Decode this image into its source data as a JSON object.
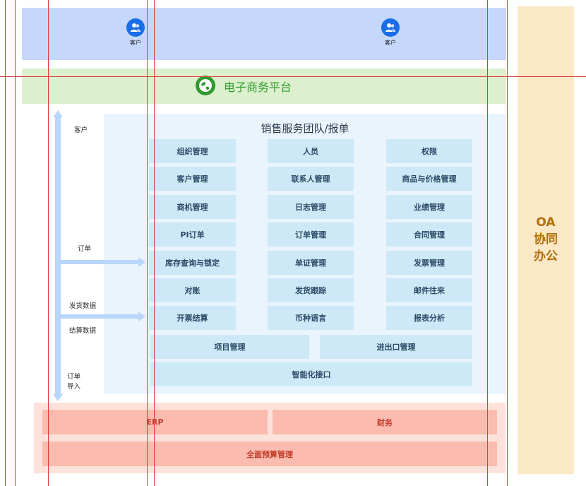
{
  "top": {
    "customers": [
      "客户",
      "客户"
    ]
  },
  "ecommerce": {
    "title": "电子商务平台"
  },
  "oa": {
    "lines": [
      "OA",
      "协同",
      "办公"
    ]
  },
  "sales": {
    "title": "销售服务团队/报单",
    "grid": [
      [
        "组织管理",
        "人员",
        "权限"
      ],
      [
        "客户管理",
        "联系人管理",
        "商品与价格管理"
      ],
      [
        "商机管理",
        "日志管理",
        "业绩管理"
      ],
      [
        "PI订单",
        "订单管理",
        "合同管理"
      ],
      [
        "库存查询与锁定",
        "单证管理",
        "发票管理"
      ],
      [
        "对账",
        "发货跟踪",
        "邮件往来"
      ],
      [
        "开票结算",
        "币种语言",
        "报表分析"
      ]
    ],
    "wide": [
      "项目管理",
      "进出口管理"
    ],
    "full": "智能化接口"
  },
  "flow_labels": {
    "customer": "客户",
    "order": "订单",
    "ship_data": "发货数据",
    "settle_data": "结算数据",
    "order_import_1": "订单",
    "order_import_2": "导入"
  },
  "erp": {
    "erp": "ERP",
    "finance": "财务",
    "budget": "全面预算管理"
  },
  "colors": {
    "top_band": "#c5d8fb",
    "ecommerce_band": "#dcf0cd",
    "ecommerce_text": "#2f9a2f",
    "oa_panel": "#fbe8c6",
    "oa_text": "#b16f0d",
    "module_bg": "#cde9f7",
    "erp_box": "#fbbbaf",
    "erp_text": "#c23b2a",
    "guide_lines": "#e23a3a"
  }
}
